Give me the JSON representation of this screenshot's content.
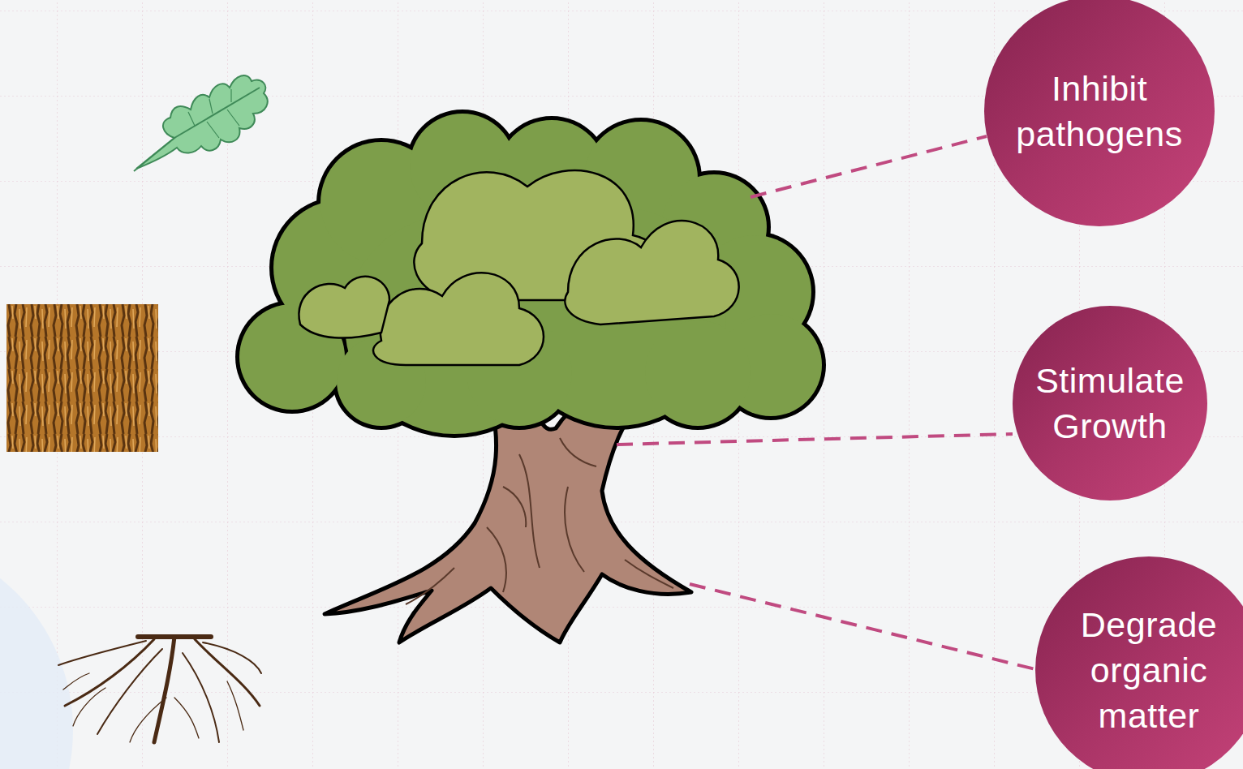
{
  "diagram": {
    "nodes": [
      {
        "text": [
          "Inhibit pathogens"
        ]
      },
      {
        "text": [
          "Stimulate Growth"
        ]
      },
      {
        "text": [
          "Degrade organic matter"
        ]
      }
    ]
  }
}
